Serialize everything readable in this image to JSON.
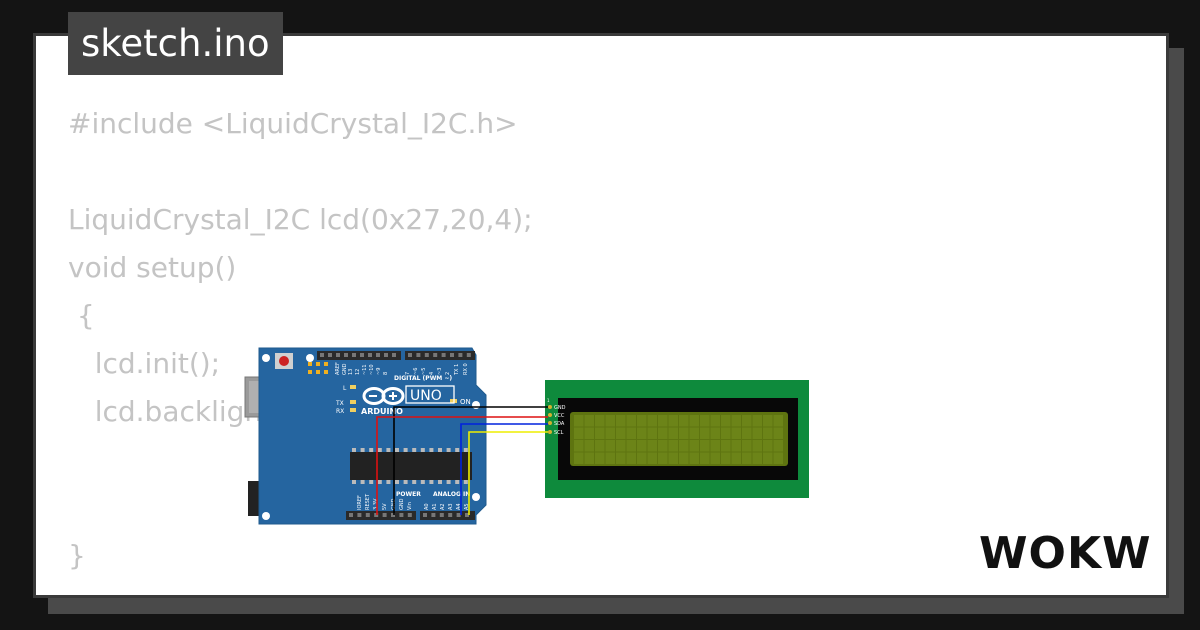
{
  "file_tab": {
    "label": "sketch.ino"
  },
  "code_lines": [
    "#include <LiquidCrystal_I2C.h>",
    "",
    "LiquidCrystal_I2C lcd(0x27,20,4);",
    "void setup()",
    " {",
    "   lcd.init();",
    "   lcd.backlight();",
    "",
    "",
    "}"
  ],
  "arduino": {
    "brand": "ARDUINO",
    "model": "UNO",
    "on_label": "ON",
    "led_l": "L",
    "led_tx": "TX",
    "led_rx": "RX",
    "digital_header": "DIGITAL (PWM ~)",
    "power_header": "POWER",
    "analog_header": "ANALOG IN",
    "top_pins": [
      "AREF",
      "GND",
      "13",
      "12",
      "~11",
      "~10",
      "~9",
      "8",
      "7",
      "~6",
      "~5",
      "4",
      "~3",
      "2",
      "TX 1",
      "RX 0"
    ],
    "bottom_pins": [
      "IOREF",
      "RESET",
      "3.3V",
      "5V",
      "GND",
      "GND",
      "Vin",
      "A0",
      "A1",
      "A2",
      "A3",
      "A4",
      "A5"
    ]
  },
  "lcd": {
    "pins": [
      "GND",
      "VCC",
      "SDA",
      "SCL"
    ],
    "pin_marker": "1"
  },
  "wire_colors": {
    "gnd": "#000000",
    "vcc": "#dd1111",
    "sda": "#0022dd",
    "scl": "#eeee00"
  },
  "logo": {
    "text": "WOKWi"
  }
}
